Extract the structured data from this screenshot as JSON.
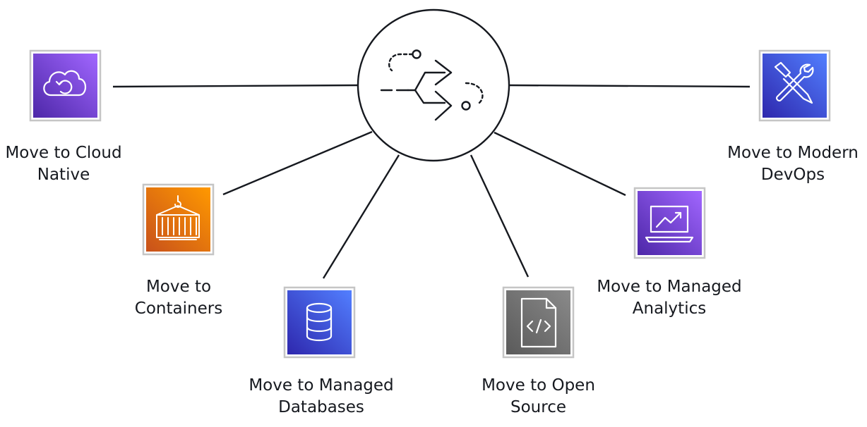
{
  "nodes": [
    {
      "id": "cloud-native",
      "label": [
        "Move to Cloud",
        "Native"
      ],
      "icon": "cloud-refresh-icon",
      "color": "#7b3fe4"
    },
    {
      "id": "containers",
      "label": [
        "Move to",
        "Containers"
      ],
      "icon": "container-icon",
      "color": "#e97a0c"
    },
    {
      "id": "managed-databases",
      "label": [
        "Move to Managed",
        "Databases"
      ],
      "icon": "database-icon",
      "color": "#3b48cc"
    },
    {
      "id": "open-source",
      "label": [
        "Move to Open",
        "Source"
      ],
      "icon": "code-file-icon",
      "color": "#6b6b6b"
    },
    {
      "id": "managed-analytics",
      "label": [
        "Move to Managed",
        "Analytics"
      ],
      "icon": "analytics-laptop-icon",
      "color": "#7b3fe4"
    },
    {
      "id": "modern-devops",
      "label": [
        "Move to Modern",
        "DevOps"
      ],
      "icon": "tools-icon",
      "color": "#3b48cc"
    }
  ],
  "hub": {
    "icon": "migration-arrows-icon"
  }
}
